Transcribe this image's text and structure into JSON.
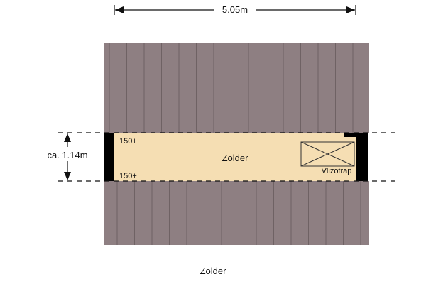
{
  "floor": {
    "caption": "Zolder"
  },
  "dimensions": {
    "width_label": "5.05m",
    "height_label": "ca. 1.14m"
  },
  "room": {
    "name": "Zolder",
    "height_mark_top": "150+",
    "height_mark_bottom": "150+",
    "stair_label": "Vlizotrap"
  },
  "colors": {
    "roof": "#8e7f82",
    "floor": "#f5deb3",
    "wall": "#000000"
  }
}
